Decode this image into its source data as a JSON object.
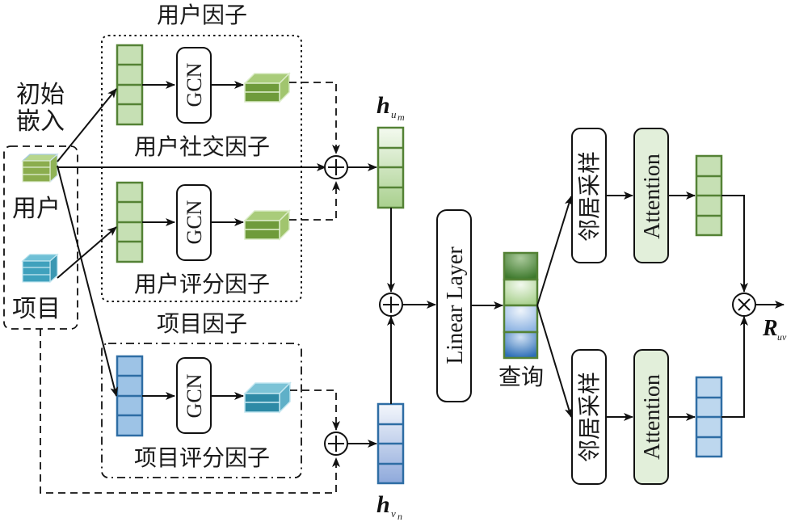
{
  "diagram": {
    "initial_embedding": {
      "title_line1": "初始",
      "title_line2": "嵌入",
      "user_label": "用户",
      "item_label": "项目"
    },
    "user_factor": {
      "title": "用户因子",
      "social": {
        "label": "用户社交因子",
        "gcn_label": "GCN"
      },
      "rating": {
        "label": "用户评分因子",
        "gcn_label": "GCN"
      }
    },
    "item_factor": {
      "title": "项目因子",
      "rating": {
        "label": "项目评分因子",
        "gcn_label": "GCN"
      }
    },
    "h_um": {
      "base": "h",
      "sub": "u",
      "subsub": "m"
    },
    "h_vn": {
      "base": "h",
      "sub": "v",
      "subsub": "n"
    },
    "linear_layer": "Linear Layer",
    "query_label": "查询",
    "upper_branch": {
      "sampling": "邻居采样",
      "attention": "Attention"
    },
    "lower_branch": {
      "sampling": "邻居采样",
      "attention": "Attention"
    },
    "output": {
      "base": "R",
      "sub": "uv"
    },
    "operators": {
      "add": "⊕",
      "multiply": "⊗"
    },
    "colors": {
      "user_green": "#5a8f3c",
      "user_green_fill": "#c6e0b4",
      "item_blue": "#3a6ea5",
      "item_blue_fill": "#9dc3e6",
      "item_cube": "#4aa3bf",
      "attention_fill": "#e2efda"
    }
  }
}
